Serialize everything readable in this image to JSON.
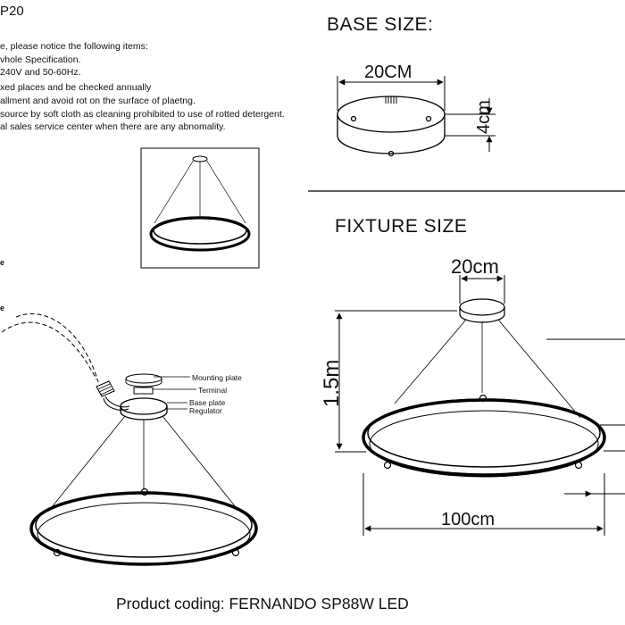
{
  "header": {
    "model_fragment": "P20"
  },
  "instructions": [
    "e, please notice the following items:",
    "vhole Specification.",
    "240V and 50-60Hz.",
    "xed places and be checked annually",
    "allment and avoid rot on the surface of plaetng.",
    "source by soft cloth as cleaning prohibited to use of rotted detergent.",
    "al sales service center when there are any abnomality."
  ],
  "base_size": {
    "title": "BASE SIZE:",
    "width_label": "20CM",
    "height_label": "4cm"
  },
  "fixture_size": {
    "title": "FIXTURE SIZE",
    "top_width_label": "20cm",
    "height_label": "1.5m",
    "diameter_label": "100cm"
  },
  "installation_labels": {
    "mounting_plate": "Mounting plate",
    "terminal": "Terminal",
    "base_plate": "Base plate",
    "regulator": "Regulator",
    "side_e1": "e",
    "side_e2": "e"
  },
  "footer": {
    "product_coding": "Product coding: FERNANDO SP88W LED"
  }
}
